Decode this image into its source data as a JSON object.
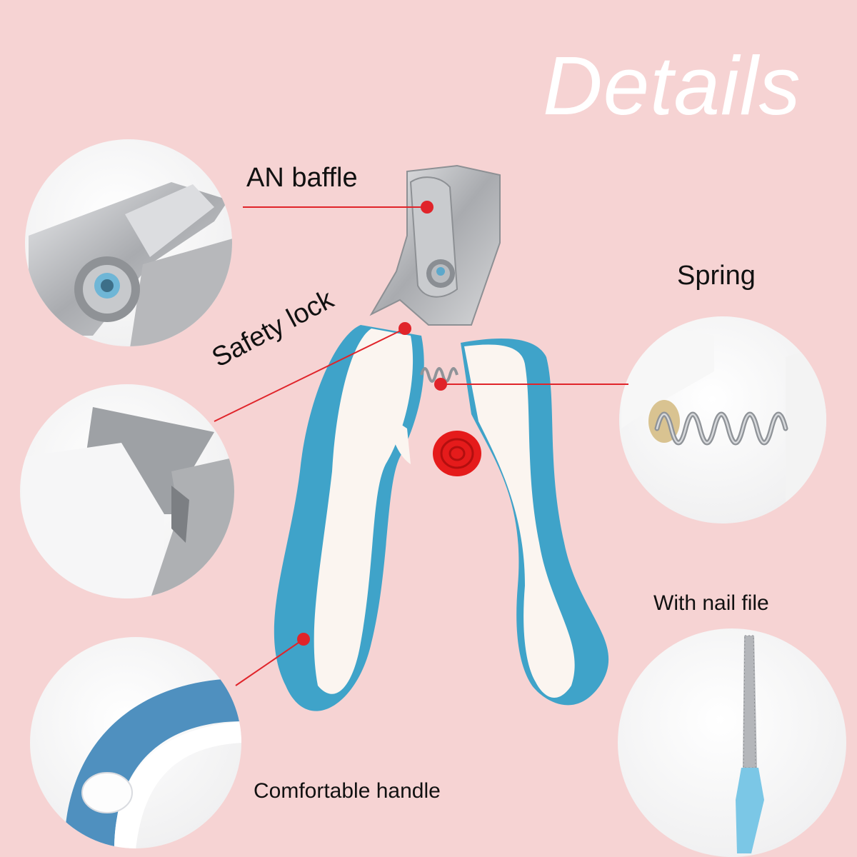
{
  "title": "Details",
  "labels": {
    "baffle": "AN baffle",
    "spring": "Spring",
    "safety_lock": "Safety lock",
    "nail_file": "With nail file",
    "handle": "Comfortable handle"
  },
  "colors": {
    "background": "#f6d3d3",
    "accent_line": "#e0242a",
    "handle_blue": "#3fa3c9",
    "handle_white": "#fbf5f0",
    "stopper_red": "#e51b1b"
  }
}
